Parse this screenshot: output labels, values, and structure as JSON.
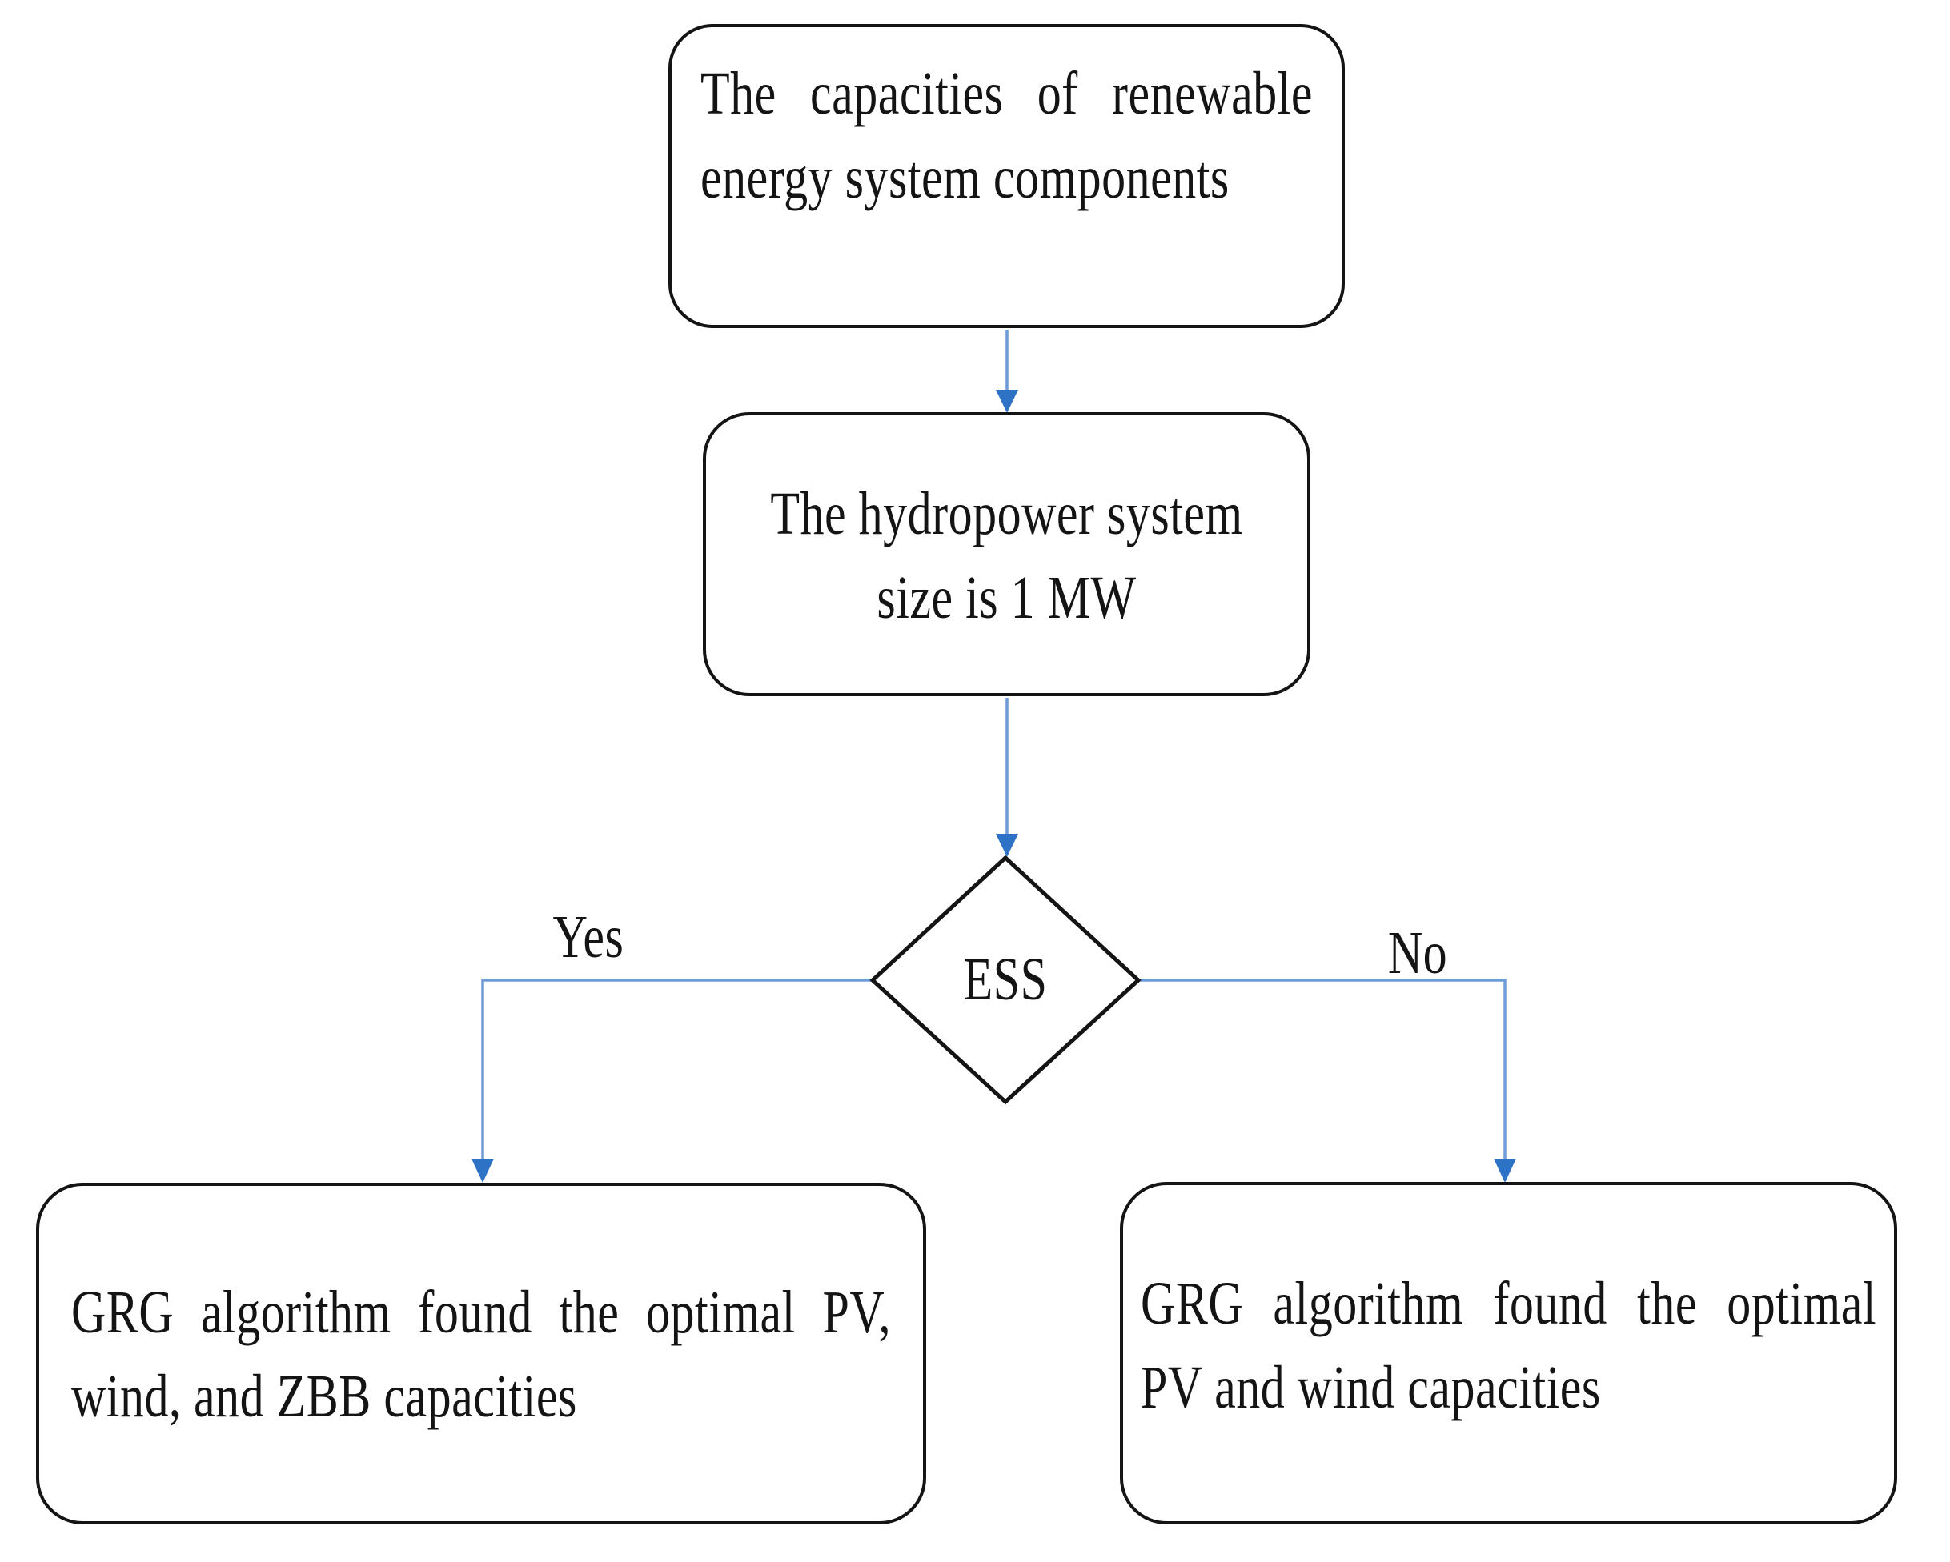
{
  "diagram": {
    "type": "flowchart",
    "colors": {
      "background": "#ffffff",
      "node-fill": "#ffffff",
      "node-border": "#141414",
      "text": "#141414",
      "connector-line": "#6e9cd9",
      "arrowhead": "#2d72c4"
    },
    "nodes": {
      "start": {
        "shape": "rounded-rectangle",
        "text": "The capacities of renewable energy system components"
      },
      "hydropower": {
        "shape": "rounded-rectangle",
        "text": "The hydropower system size is 1 MW"
      },
      "decision": {
        "shape": "diamond",
        "text": "ESS"
      },
      "outcome_yes": {
        "shape": "rounded-rectangle",
        "text": "GRG algorithm found the optimal PV, wind, and ZBB capacities"
      },
      "outcome_no": {
        "shape": "rounded-rectangle",
        "text": "GRG algorithm found the optimal PV and wind capacities"
      }
    },
    "edges": {
      "start_to_hydropower": "",
      "hydropower_to_decision": "",
      "yes_label": "Yes",
      "no_label": "No"
    }
  }
}
